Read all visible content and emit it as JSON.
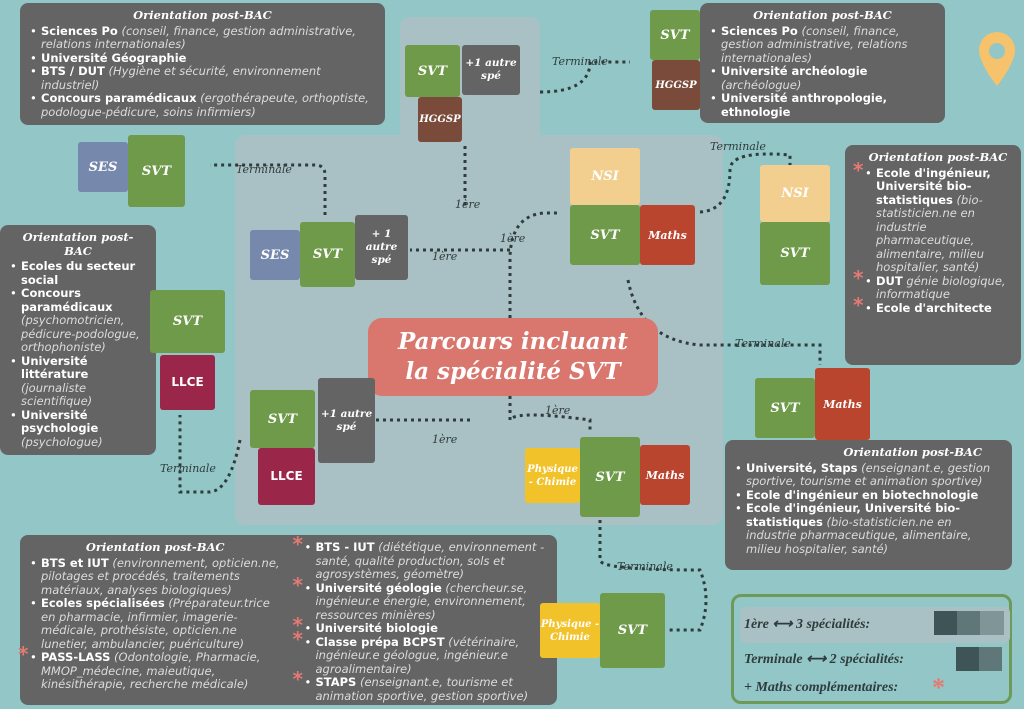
{
  "title": [
    "Parcours incluant",
    "la spécialité SVT"
  ],
  "labels": {
    "terminale": "Terminale",
    "premiere": "1ère"
  },
  "pieces": {
    "svt": "SVT",
    "ses": "SES",
    "hggsp": "HGGSP",
    "autre": "+1 autre spé",
    "autre2": "+ 1 autre spé",
    "nsi": "NSI",
    "maths": "Maths",
    "llce": "LLCE",
    "pc": "Physique - Chimie"
  },
  "box_heading": "Orientation post-BAC",
  "box_top_left": [
    {
      "b": "Sciences Po",
      "i": " (conseil, finance, gestion administrative, relations internationales)"
    },
    {
      "b": "Université Géographie",
      "i": ""
    },
    {
      "b": "BTS / DUT",
      "i": " (Hygiène et sécurité, environnement industriel)"
    },
    {
      "b": "Concours paramédicaux",
      "i": " (ergothérapeute, orthoptiste, podologue-pédicure, soins infirmiers)"
    }
  ],
  "box_top_right": [
    {
      "b": "Sciences Po",
      "i": " (conseil, finance, gestion administrative, relations internationales)"
    },
    {
      "b": "Université archéologie",
      "i": " (archéologue)"
    },
    {
      "b": "Université anthropologie, ethnologie",
      "i": ""
    }
  ],
  "box_nsi": [
    {
      "b": "Ecole d'ingénieur, Université bio-statistiques",
      "i": " (bio-statisticien.ne en industrie pharmaceutique, alimentaire, milieu hospitalier, santé)"
    },
    {
      "b": "DUT",
      "i": " génie biologique, informatique"
    },
    {
      "b": "Ecole d'architecte",
      "i": ""
    }
  ],
  "box_left": [
    {
      "b": "Ecoles du secteur social",
      "i": ""
    },
    {
      "b": "Concours paramédicaux",
      "i": " (psychomotricien, pédicure-podologue, orthophoniste)"
    },
    {
      "b": "Université littérature",
      "i": " (journaliste scientifique)"
    },
    {
      "b": "Université psychologie",
      "i": " (psychologue)"
    }
  ],
  "box_maths": [
    {
      "b": "Université, Staps",
      "i": " (enseignant.e, gestion sportive, tourisme et animation sportive)"
    },
    {
      "b": "Ecole d'ingénieur en biotechnologie",
      "i": ""
    },
    {
      "b": "Ecole d'ingénieur, Université bio-statistiques",
      "i": " (bio-statisticien.ne en industrie pharmaceutique, alimentaire, milieu hospitalier, santé)"
    }
  ],
  "box_bottom_col1": [
    {
      "b": "BTS et IUT",
      "i": " (environnement, opticien.ne, pilotages et procédés, traitements matériaux, analyses biologiques)"
    },
    {
      "b": "Ecoles spécialisées",
      "i": " (Préparateur.trice en pharmacie, infirmier, imagerie-médicale, prothésiste, opticien.ne lunetier, ambulancier, puériculture)"
    },
    {
      "b": "PASS-LASS",
      "i": " (Odontologie, Pharmacie, MMOP_médecine, maieutique, kinésithérapie, recherche médicale)"
    }
  ],
  "box_bottom_col2": [
    {
      "b": "BTS - IUT",
      "i": " (diététique, environnement - santé, qualité production, sols et agrosystèmes, géomètre)"
    },
    {
      "b": "Université géologie",
      "i": " (chercheur.se, ingénieur.e énergie, environnement, ressources minières)"
    },
    {
      "b": "Université biologie",
      "i": ""
    },
    {
      "b": "Classe prépa BCPST",
      "i": " (vétérinaire, ingénieur.e géologue, ingénieur.e agroalimentaire)"
    },
    {
      "b": "STAPS",
      "i": " (enseignant.e, tourisme et animation sportive, gestion sportive)"
    }
  ],
  "legend": {
    "l1": "1ère ⟷ 3 spécialités:",
    "l2": "Terminale ⟷ 2 spécialités:",
    "l3": "+ Maths complémentaires:",
    "star": "*"
  }
}
